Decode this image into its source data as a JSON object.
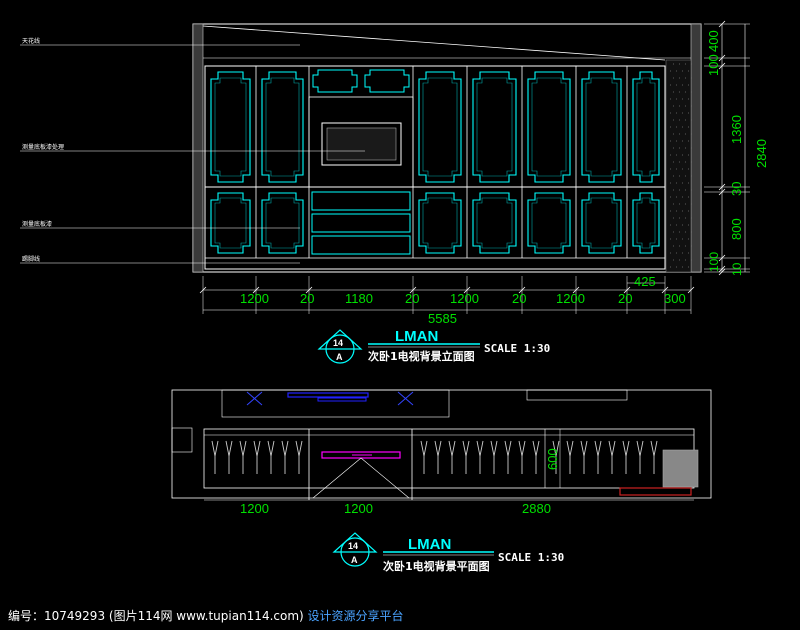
{
  "elevation": {
    "title": "次卧1电视背景立面图",
    "scale": "SCALE 1:30",
    "badge_top": "14",
    "badge_bottom": "A",
    "brand": "LMAN",
    "leaders": [
      "天花线",
      "测量底板漆处理",
      "测量底板漆",
      "踢脚线"
    ],
    "bottom_dims": [
      "1200",
      "20",
      "1180",
      "20",
      "1200",
      "20",
      "1200",
      "20",
      "300"
    ],
    "small_dim": "425",
    "total_dim": "5585",
    "right_dims": [
      "400",
      "100",
      "1360",
      "30",
      "800",
      "100",
      "10"
    ],
    "total_height": "2840"
  },
  "plan": {
    "title": "次卧1电视背景平面图",
    "scale": "SCALE 1:30",
    "badge_top": "14",
    "badge_bottom": "A",
    "brand": "LMAN",
    "bottom_dims": [
      "1200",
      "1200",
      "2880"
    ],
    "depth_dim": "600"
  },
  "footer": {
    "text": "编号：10749293 (图片114网 www.tupian114.com)",
    "link": "设计资源分享平台"
  },
  "colors": {
    "background": "#000000",
    "outline": "#ffffff",
    "panel": "#00ffff",
    "dimension": "#00e000",
    "accent_magenta": "#ff00ff",
    "accent_blue": "#2222ff",
    "accent_red": "#cc2222"
  }
}
